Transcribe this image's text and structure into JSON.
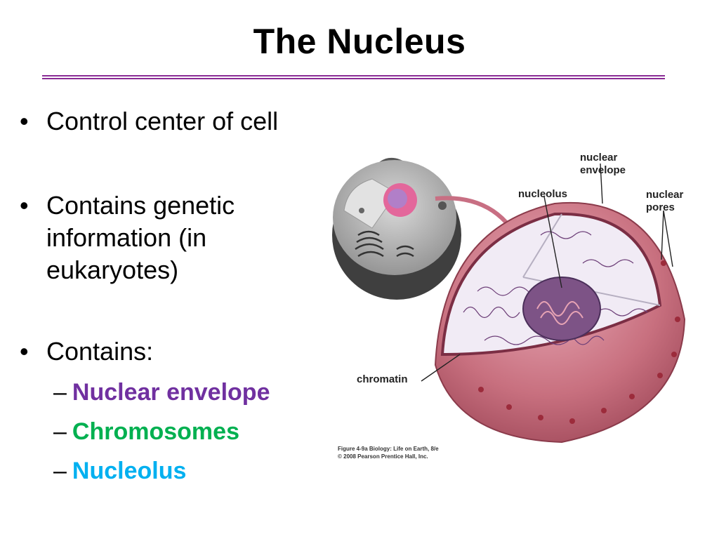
{
  "slide": {
    "title": "The Nucleus",
    "accent_color": "#8a2c95"
  },
  "bullets": [
    {
      "text": "Control center of cell"
    },
    {
      "text": "Contains genetic information (in eukaryotes)"
    },
    {
      "text": "Contains:"
    }
  ],
  "sub_bullets": [
    {
      "dash": "–",
      "text": "Nuclear envelope",
      "color": "#7030a0"
    },
    {
      "dash": "–",
      "text": "Chromosomes",
      "color": "#00b050"
    },
    {
      "dash": "–",
      "text": "Nucleolus",
      "color": "#00b0f0"
    }
  ],
  "figure": {
    "labels": {
      "nuclear_envelope_1": "nuclear",
      "nuclear_envelope_2": "envelope",
      "nucleolus": "nucleolus",
      "nuclear_pores_1": "nuclear",
      "nuclear_pores_2": "pores",
      "chromatin": "chromatin"
    },
    "credit_line1": "Figure 4-9a  Biology: Life on Earth, 8/e",
    "credit_line2": "© 2008 Pearson Prentice Hall, Inc."
  }
}
